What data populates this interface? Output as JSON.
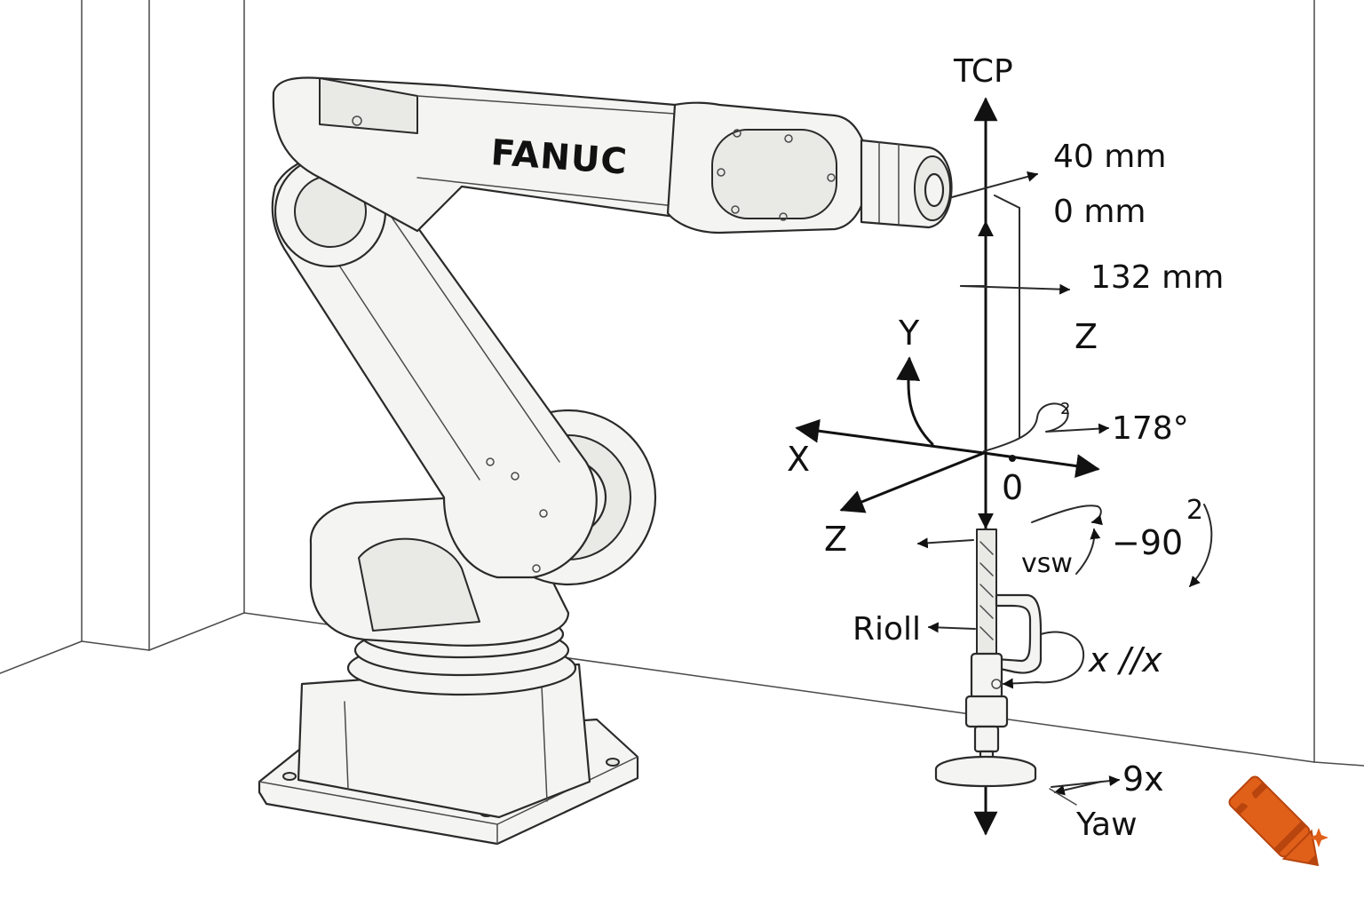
{
  "brand": "FANUC",
  "labels": {
    "tcp": "TCP",
    "offset_a": "40 mm",
    "offset_b": "0 mm",
    "offset_c": "132 mm",
    "axis_y": "Y",
    "axis_z_upper": "Z",
    "angle_178": "178°",
    "axis_x": "X",
    "origin": "0",
    "axis_z_lower": "Z",
    "angle_neg90": "−90",
    "superscript_2": "2",
    "superscript_2b": "2",
    "vsw": "vsw",
    "roll": "Rioll",
    "x_parallel_x": "x //x",
    "nine_x": "9x",
    "yaw": "Yaw"
  },
  "colors": {
    "ink": "#111111",
    "line": "#2a2a2a",
    "robot_fill": "#f4f4f2",
    "watermark_orange": "#e0601a"
  },
  "icons": {
    "watermark": "crayon-icon"
  }
}
